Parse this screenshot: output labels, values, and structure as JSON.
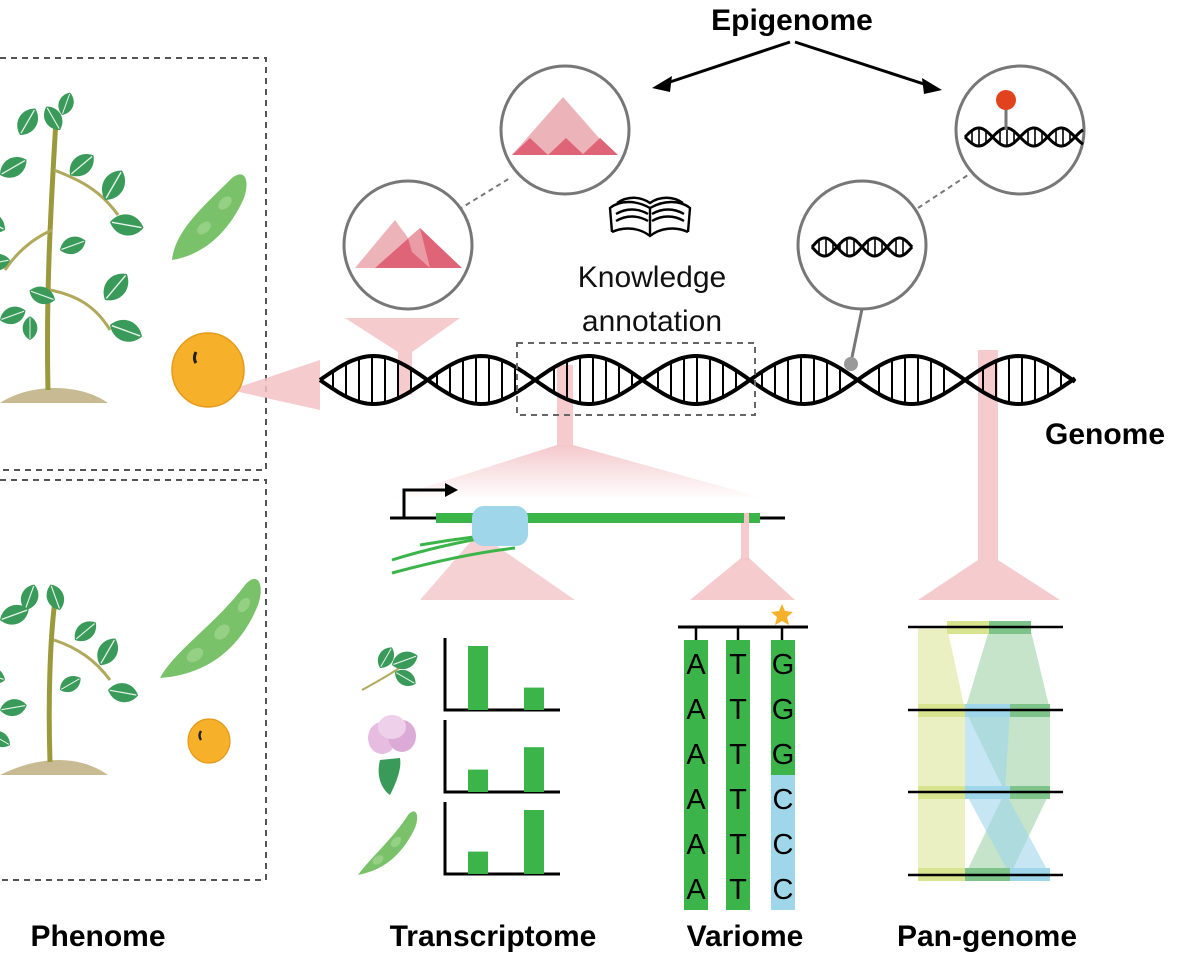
{
  "labels": {
    "epigenome": "Epigenome",
    "knowledge_line1": "Knowledge",
    "knowledge_line2": "annotation",
    "genome": "Genome",
    "phenome": "Phenome",
    "transcriptome": "Transcriptome",
    "variome": "Variome",
    "pangenome": "Pan-genome"
  },
  "variome": {
    "columns": [
      [
        "A",
        "A",
        "A",
        "A",
        "A",
        "A"
      ],
      [
        "T",
        "T",
        "T",
        "T",
        "T",
        "T"
      ],
      [
        "G",
        "G",
        "G",
        "C",
        "C",
        "C"
      ]
    ]
  },
  "transcriptome": {
    "panels": [
      {
        "tissue": "leaf",
        "values": [
          1.0,
          0.35
        ]
      },
      {
        "tissue": "flower",
        "values": [
          0.35,
          0.7
        ]
      },
      {
        "tissue": "pod",
        "values": [
          0.35,
          1.0
        ]
      }
    ]
  },
  "colors": {
    "leaf_green": "#3a9a5a",
    "bar_green": "#3bb54a",
    "pink": "#f3c2c6",
    "peak_dark": "#e06478",
    "peak_light": "#ecb4b9",
    "seed_orange": "#f6b02a",
    "pod_green": "#79c26a",
    "cyan": "#9fd6ea",
    "yellow_green": "#d9e48f",
    "methyl_red": "#e2431f"
  },
  "icons": [
    "book-icon",
    "dna-icon",
    "methylation-icon",
    "gene-arrow-icon",
    "star-icon",
    "leaf-icon",
    "flower-icon",
    "pod-icon",
    "seed-icon",
    "plant-icon"
  ]
}
